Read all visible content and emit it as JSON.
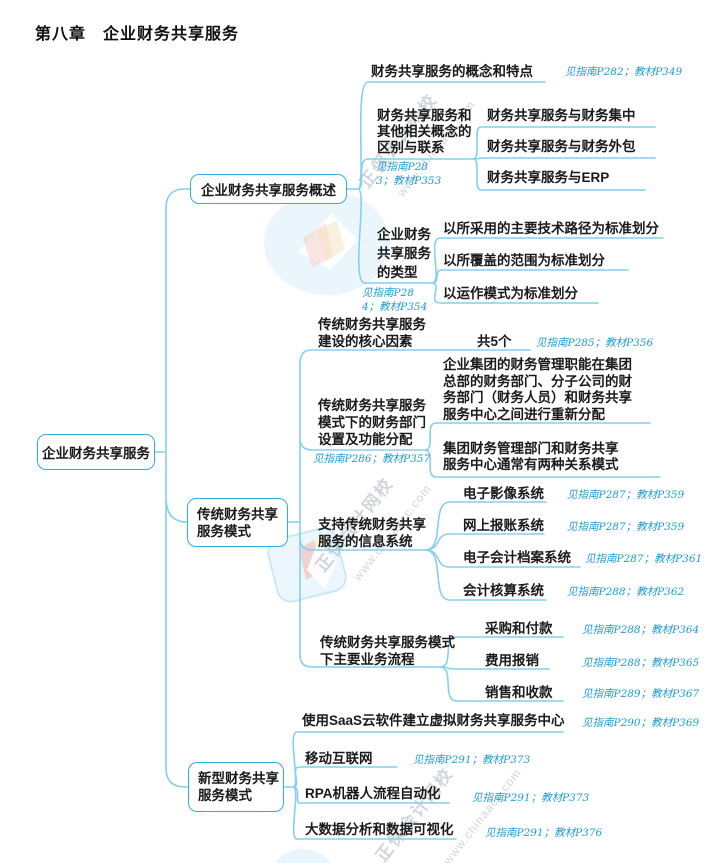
{
  "title": "第八章　企业财务共享服务",
  "colors": {
    "connector": "#85CFF1",
    "box_border": "#33AEE4",
    "node_text": "#1A1A1A",
    "ref_text": "#1E9CD8",
    "watermark_logo": "#E3F3FB"
  },
  "root": {
    "label": "企业财务共享服务"
  },
  "branches": [
    {
      "label": "企业财务共享服务概述",
      "topics": [
        {
          "label": "财务共享服务的概念和特点",
          "ref": "见指南P282；教材P349"
        },
        {
          "label": "财务共享服务和其他相关概念的区别与联系",
          "ref": "见指南P283；教材P353",
          "subtopics": [
            {
              "label": "财务共享服务与财务集中"
            },
            {
              "label": "财务共享服务与财务外包"
            },
            {
              "label": "财务共享服务与ERP"
            }
          ]
        },
        {
          "label": "企业财务共享服务的类型",
          "ref": "见指南P284；教材P354",
          "subtopics": [
            {
              "label": "以所采用的主要技术路径为标准划分"
            },
            {
              "label": "以所覆盖的范围为标准划分"
            },
            {
              "label": "以运作模式为标准划分"
            }
          ]
        }
      ]
    },
    {
      "label": "传统财务共享服务模式",
      "topics": [
        {
          "label": "传统财务共享服务建设的核心因素",
          "ref": "见指南P285；教材P356",
          "subtopics": [
            {
              "label": "共5个"
            }
          ]
        },
        {
          "label": "传统财务共享服务模式下的财务部门设置及功能分配",
          "ref": "见指南P286；教材P357",
          "subtopics": [
            {
              "label": "企业集团的财务管理职能在集团总部的财务部门、分子公司的财务部门（财务人员）和财务共享服务中心之间进行重新分配"
            },
            {
              "label": "集团财务管理部门和财务共享服务中心通常有两种关系模式"
            }
          ]
        },
        {
          "label": "支持传统财务共享服务的信息系统",
          "subtopics": [
            {
              "label": "电子影像系统",
              "ref": "见指南P287；教材P359"
            },
            {
              "label": "网上报账系统",
              "ref": "见指南P287；教材P359"
            },
            {
              "label": "电子会计档案系统",
              "ref": "见指南P287；教材P361"
            },
            {
              "label": "会计核算系统",
              "ref": "见指南P288；教材P362"
            }
          ]
        },
        {
          "label": "传统财务共享服务模式下主要业务流程",
          "subtopics": [
            {
              "label": "采购和付款",
              "ref": "见指南P288；教材P364"
            },
            {
              "label": "费用报销",
              "ref": "见指南P288；教材P365"
            },
            {
              "label": "销售和收款",
              "ref": "见指南P289；教材P367"
            }
          ]
        }
      ]
    },
    {
      "label": "新型财务共享服务模式",
      "topics": [
        {
          "label": "使用SaaS云软件建立虚拟财务共享服务中心",
          "ref": "见指南P290；教材P369"
        },
        {
          "label": "移动互联网",
          "ref": "见指南P291；教材P373"
        },
        {
          "label": "RPA机器人流程自动化",
          "ref": "见指南P291；教材P373"
        },
        {
          "label": "大数据分析和数据可视化",
          "ref": "见指南P291；教材P376"
        }
      ]
    }
  ],
  "watermark": {
    "brand": "正保会计网校",
    "url": "www.chinaacc.com"
  }
}
